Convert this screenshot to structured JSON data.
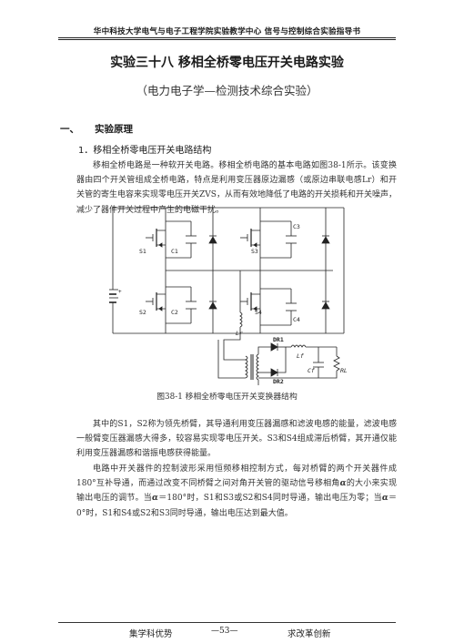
{
  "header": {
    "text": "华中科技大学电气与电子工程学院实验教学中心      信号与控制综合实验指导书"
  },
  "title": "实验三十八   移相全桥零电压开关电路实验",
  "subtitle": "（电力电子学—检测技术综合实验）",
  "section": {
    "number": "一、",
    "label": "实验原理"
  },
  "subsection": "1．移相全桥零电压开关电路结构",
  "paragraph1": "移相全桥电路是一种软开关电路。移相全桥电路的基本电路如图38-1所示。该变换器由四个开关管组成全桥电路，特点是利用变压器原边漏感（或原边串联电感Lr）和开关管的寄生电容来实现零电压开关ZVS，从而有效地降低了电路的开关损耗和开关噪声，减少了器件开关过程中产生的电磁干扰。",
  "figure": {
    "caption": "图38-1  移相全桥零电压开关变换器结构",
    "labels": {
      "s1": "S1",
      "s2": "S2",
      "s3": "S3",
      "s4": "S4",
      "c1": "C1",
      "c2": "C2",
      "c3": "C3",
      "c4": "C4",
      "lr": "Lr",
      "dr1": "DR1",
      "dr2": "DR2",
      "lf": "Lf",
      "cf": "Cf",
      "rl": "RL"
    }
  },
  "paragraph2": "其中的S1，S2称为领先桥臂，其导通利用变压器漏感和滤波电感的能量，滤波电感一般臂变压器漏感大得多，较容易实现零电压开关。S3和S4组成滞后桥臂，其开通仅能利用变压器漏感和谐振电感获得能量。",
  "paragraph3": {
    "pre": "电路中开关器件的控制波形采用恒频移相控制方式，每对桥臂的两个开关器件成180°互补导通，而通过改变不同桥臂之间对角开关管的驱动信号移相角",
    "mid1": "的大小来实现输出电压的调节。当",
    "mid2": "＝180°时，S1和S3或S2和S4同时导通，输出电压为零；当",
    "post": "＝0°时，S1和S4或S2和S3同时导通，输出电压达到最大值。",
    "alpha": "α"
  },
  "footer": {
    "left": "集学科优势",
    "page": "—53—",
    "right": "求改革创新"
  }
}
